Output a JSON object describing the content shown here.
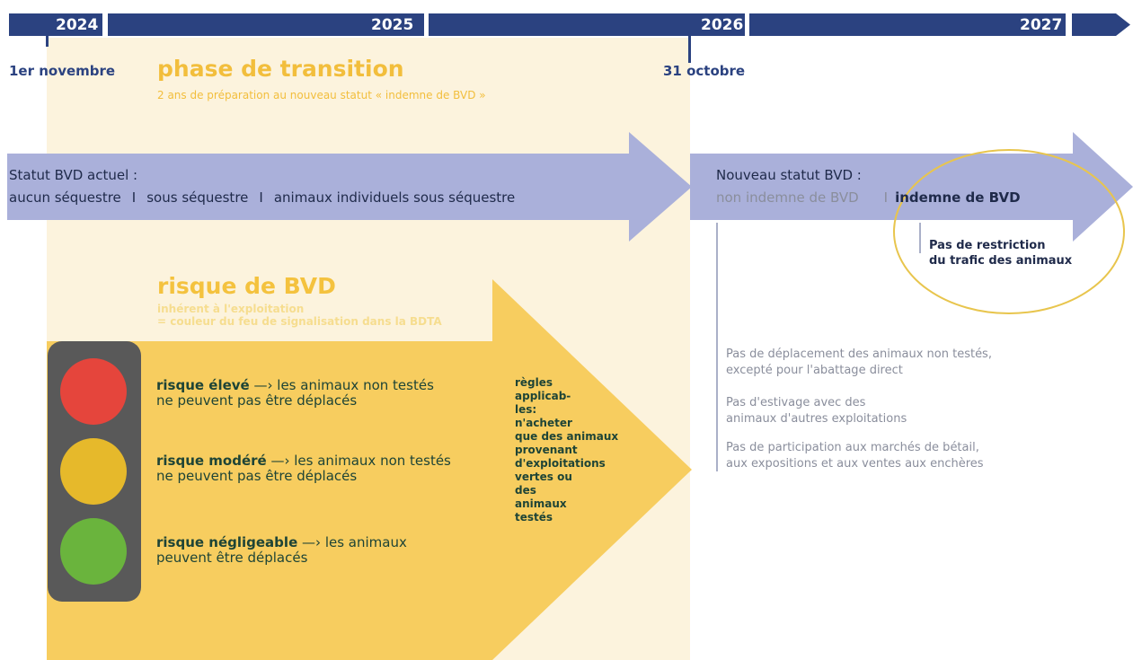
{
  "timeline": {
    "years": [
      "2024",
      "2025",
      "2026",
      "2027"
    ],
    "start_date": "1er novembre",
    "end_date": "31 octobre"
  },
  "phase": {
    "title": "phase de transition",
    "subtitle": "2 ans de préparation au nouveau statut « indemne de BVD »"
  },
  "current_status": {
    "heading": "Statut BVD actuel :",
    "items": [
      "aucun séquestre",
      "sous séquestre",
      "animaux individuels sous séquestre"
    ],
    "separator": "I"
  },
  "new_status": {
    "heading": "Nouveau statut BVD :",
    "non_free": "non indemne de BVD",
    "separator": "I",
    "free": "indemne de BVD",
    "free_note": [
      "Pas de restriction",
      "du trafic des animaux"
    ]
  },
  "risk": {
    "title": "risque de BVD",
    "subtitle_lines": [
      "inhérent à l'exploitation",
      "= couleur du feu de signalisation dans la BDTA"
    ],
    "levels": [
      {
        "color": "#e5453c",
        "label": "risque élevé",
        "arrow": "—›",
        "text_line1": "les animaux non testés",
        "text_line2": "ne peuvent pas être déplacés"
      },
      {
        "color": "#e6b92b",
        "label": "risque modéré",
        "arrow": "—›",
        "text_line1": "les animaux non testés",
        "text_line2": "ne peuvent pas être déplacés"
      },
      {
        "color": "#6ab43d",
        "label": "risque négligeable",
        "arrow": "—›",
        "text_line1": "les animaux",
        "text_line2": "peuvent être déplacés"
      }
    ],
    "rules_lines": [
      "règles",
      "applicab-",
      "les:",
      "n'acheter",
      "que des animaux",
      "provenant",
      "d'exploitations",
      "vertes ou",
      "des",
      "animaux",
      "testés"
    ]
  },
  "restrictions": [
    [
      "Pas de déplacement des animaux non testés,",
      "excepté pour l'abattage direct"
    ],
    [
      "Pas d'estivage avec des",
      "animaux d'autres exploitations"
    ],
    [
      "Pas de participation aux marchés de bétail,",
      "aux expositions et aux ventes aux enchères"
    ]
  ],
  "colors": {
    "navy": "#2b4280",
    "cream": "#fcf3dd",
    "gold": "#f7cd5f",
    "lavender": "#aab0da",
    "circle": "#e8c54d",
    "traffic_light": "#595959"
  }
}
